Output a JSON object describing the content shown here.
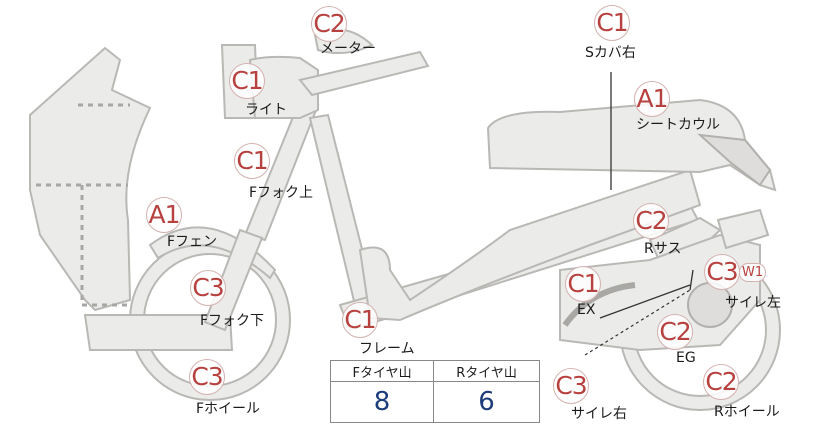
{
  "parts": [
    {
      "id": "meter",
      "grade": "C2",
      "label": "メーター"
    },
    {
      "id": "s-cover-right",
      "grade": "C1",
      "label": "Sカバ右"
    },
    {
      "id": "light",
      "grade": "C1",
      "label": "ライト"
    },
    {
      "id": "seat-cowl",
      "grade": "A1",
      "label": "シートカウル"
    },
    {
      "id": "fork-upper",
      "grade": "C1",
      "label": "Fフォク上"
    },
    {
      "id": "front-fender",
      "grade": "A1",
      "label": "Fフェン"
    },
    {
      "id": "rear-suspension",
      "grade": "C2",
      "label": "Rサス"
    },
    {
      "id": "front-fork-lower",
      "grade": "C3",
      "label": "Fフォク下"
    },
    {
      "id": "exhaust",
      "grade": "C1",
      "label": "EX"
    },
    {
      "id": "muffler-left",
      "grade": "C3",
      "grade_extra": "W1",
      "label": "サイレ左"
    },
    {
      "id": "frame",
      "grade": "C1",
      "label": "フレーム"
    },
    {
      "id": "engine",
      "grade": "C2",
      "label": "EG"
    },
    {
      "id": "front-wheel",
      "grade": "C3",
      "label": "Fホイール"
    },
    {
      "id": "muffler-right",
      "grade": "C3",
      "label": "サイレ右"
    },
    {
      "id": "rear-wheel",
      "grade": "C2",
      "label": "Rホイール"
    }
  ],
  "tire_table": {
    "front_header": "Fタイヤ山",
    "rear_header": "Rタイヤ山",
    "front_value": "8",
    "rear_value": "6"
  }
}
